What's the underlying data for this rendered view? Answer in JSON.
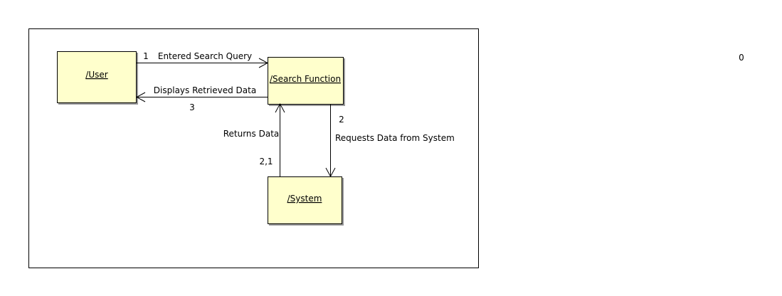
{
  "colors": {
    "object_fill": "#ffffcc",
    "object_stroke": "#000000",
    "object_shadow": "#999999",
    "frame_stroke": "#000000",
    "line": "#000000"
  },
  "objects": {
    "user": "/User",
    "search_function": "/Search Function",
    "system": "/System"
  },
  "messages": {
    "m1": {
      "number": "1",
      "text": "Entered Search Query"
    },
    "m2": {
      "number": "2",
      "text": "Requests Data from System"
    },
    "m21": {
      "number": "2,1",
      "text": "Returns Data"
    },
    "m3": {
      "number": "3",
      "text": "Displays Retrieved Data"
    }
  },
  "corner_value": "0"
}
